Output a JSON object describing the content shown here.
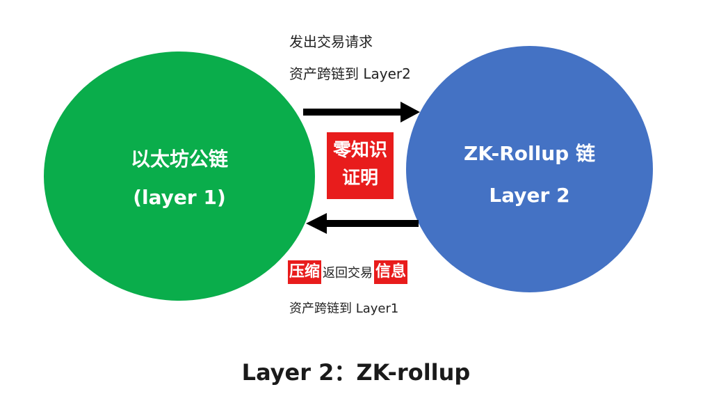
{
  "left_circle": {
    "line1": "以太坊公链",
    "line2": "(layer 1)",
    "color": "#0aad4b"
  },
  "right_circle": {
    "line1": "ZK-Rollup 链",
    "line2": "Layer 2",
    "color": "#4472c4"
  },
  "top_caption": {
    "line1": "发出交易请求",
    "line2": "资产跨链到 Layer2"
  },
  "center_box": {
    "line1": "零知识",
    "line2": "证明",
    "color": "#e81c1c"
  },
  "bottom_caption": {
    "tag1": "压缩",
    "middle": "返回交易",
    "tag2": "信息",
    "line2": "资产跨链到 Layer1"
  },
  "footer": {
    "title": "Layer 2：ZK-rollup"
  }
}
